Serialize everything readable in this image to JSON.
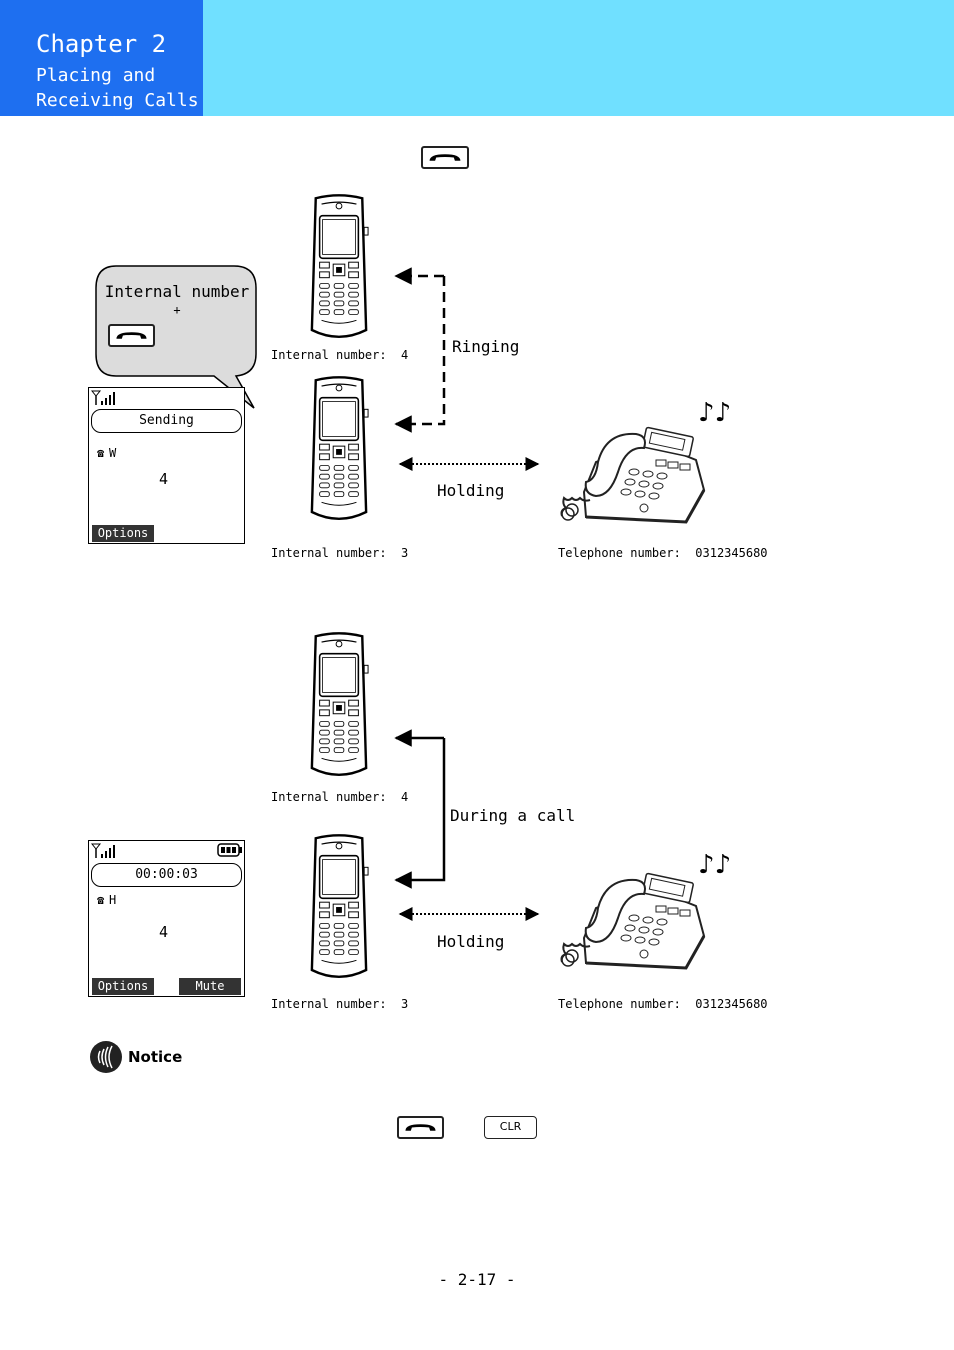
{
  "header": {
    "chapter": "Chapter 2",
    "subtitle_line1": "Placing and",
    "subtitle_line2": "Receiving Calls"
  },
  "callout": {
    "line1": "Internal number",
    "plus": "+"
  },
  "screen1": {
    "status": "Sending",
    "mode": "W",
    "number": "4",
    "softkey_left": "Options"
  },
  "screen2": {
    "timer": "00:00:03",
    "mode": "H",
    "number": "4",
    "softkey_left": "Options",
    "softkey_right": "Mute"
  },
  "diagram1": {
    "top_phone_label": "Internal number:  4",
    "bottom_phone_label": "Internal number:  3",
    "link_label": "Ringing",
    "holding_label": "Holding",
    "desk_phone_label": "Telephone number:  0312345680"
  },
  "diagram2": {
    "top_phone_label": "Internal number:  4",
    "bottom_phone_label": "Internal number:  3",
    "link_label": "During a call",
    "holding_label": "Holding",
    "desk_phone_label": "Telephone number:  0312345680"
  },
  "notice": {
    "label": "Notice"
  },
  "keys": {
    "clr": "CLR"
  },
  "footer": {
    "page": "- 2-17 -"
  }
}
